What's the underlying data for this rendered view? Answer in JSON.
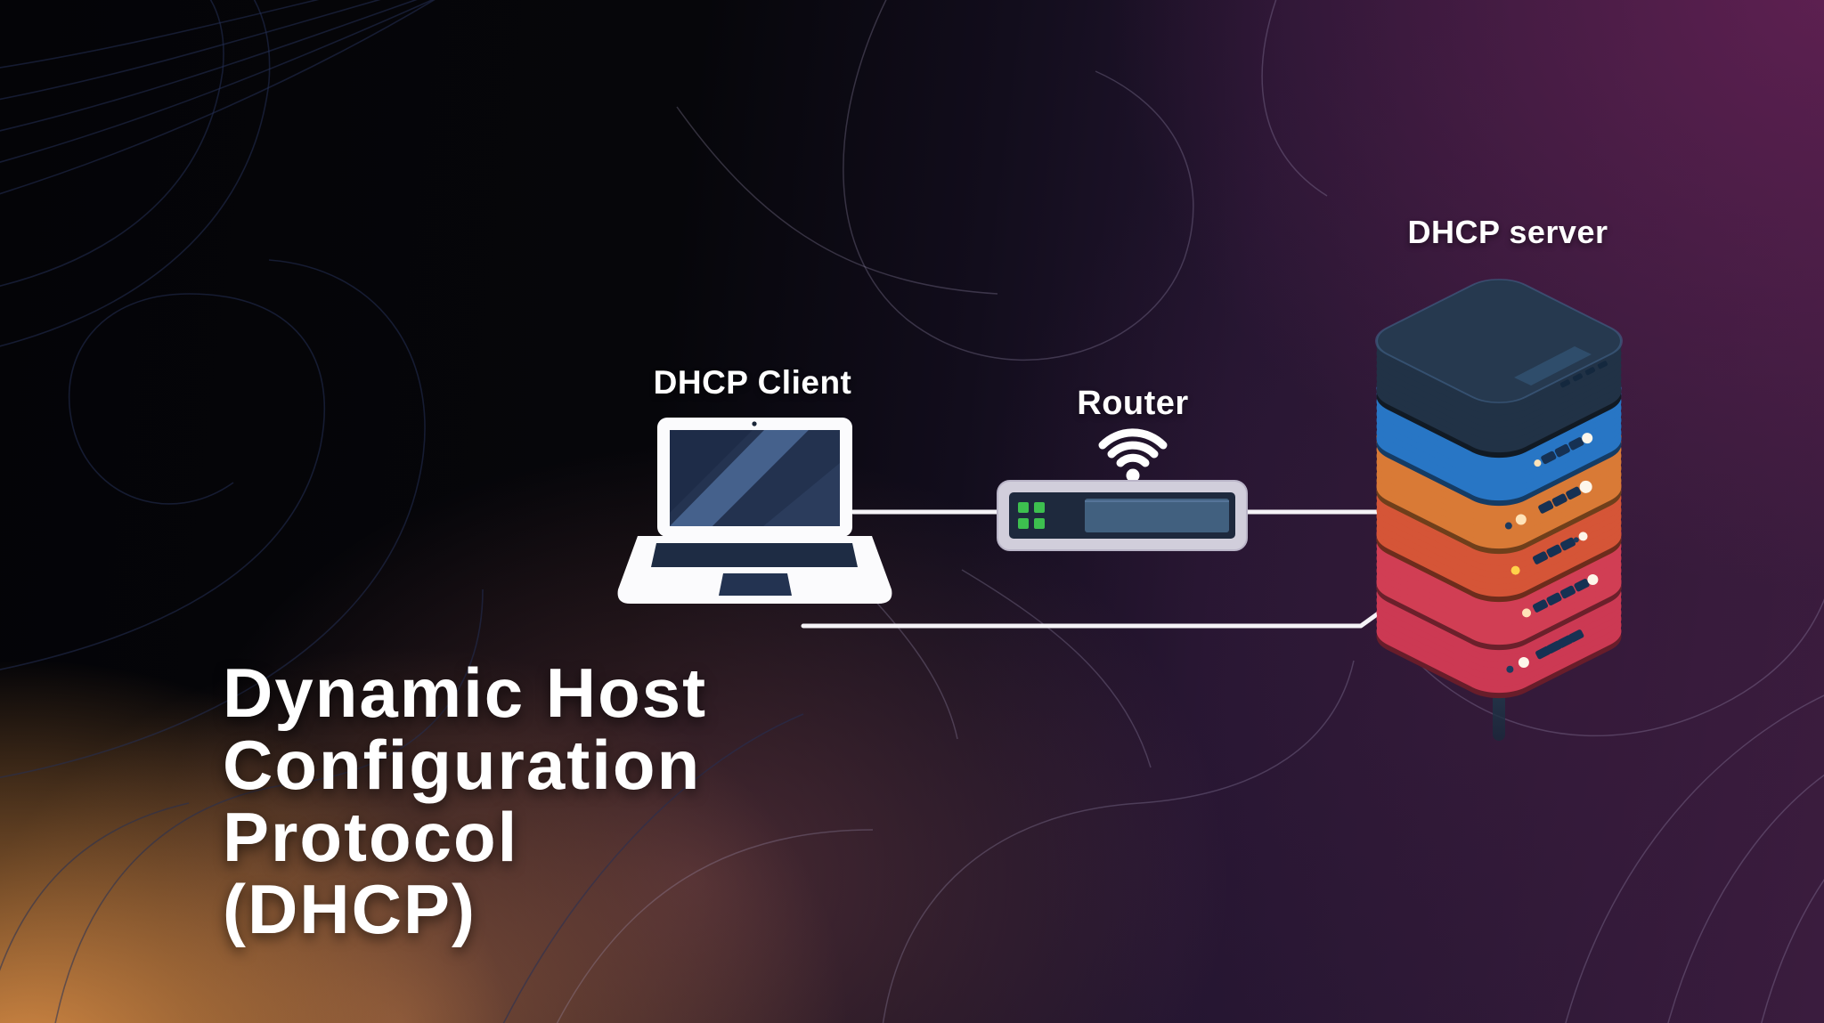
{
  "title": {
    "text": "Dynamic Host\nConfiguration\nProtocol\n(DHCP)"
  },
  "diagram": {
    "client": {
      "label": "DHCP Client",
      "type": "laptop"
    },
    "router": {
      "label": "Router",
      "type": "wireless-router"
    },
    "server": {
      "label": "DHCP server",
      "type": "server-stack"
    },
    "connections": [
      {
        "from": "client",
        "to": "router",
        "style": "solid"
      },
      {
        "from": "router",
        "to": "server",
        "style": "solid"
      },
      {
        "from": "client",
        "to": "server",
        "style": "solid-elbow"
      }
    ]
  },
  "colors": {
    "connection_line": "#f5f3f7",
    "router_shell": "#d1cedb",
    "router_panel": "#1e293d",
    "router_led_green": "#3dbf4f",
    "router_display": "#41607f",
    "laptop_body": "#fbfbfd",
    "laptop_screen": "#243350",
    "laptop_screen_band": "#45618c",
    "server_layers": [
      "#26394f",
      "#2e86e0",
      "#f78b3d",
      "#f2613f",
      "#ee4660",
      "#e8415e"
    ],
    "server_base": "#1d3c4d",
    "server_stem": "#2e5065",
    "port_navy": "#163153",
    "led_white": "#fdf6ea",
    "led_cream": "#ffe3b8",
    "led_yellow": "#ffd24a",
    "bg_orange_glow": "#eb984a",
    "bg_purple": "#2b1835",
    "bg_magenta": "#602052",
    "contour_left": "#252f55",
    "contour_right": "#a99fc2"
  }
}
